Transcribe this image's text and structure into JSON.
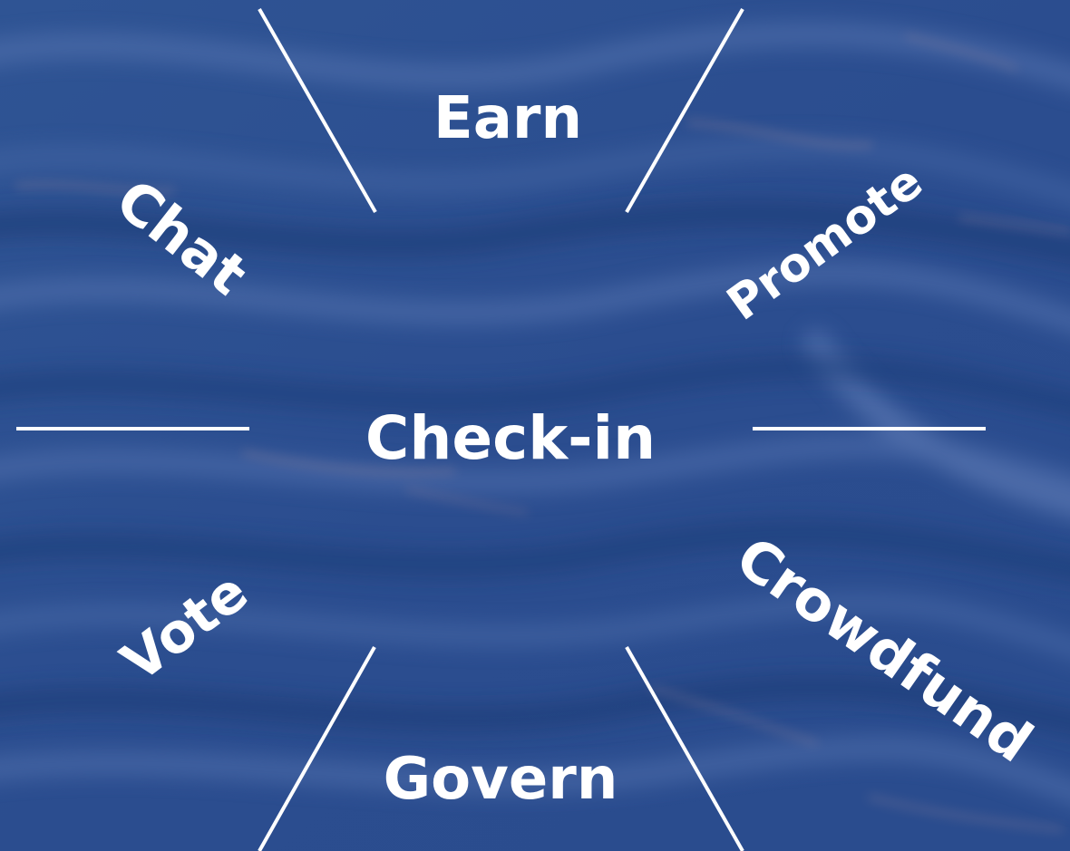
{
  "background": {
    "base_color": "#2c4f91",
    "highlight_color": "#6a86bf",
    "shadow_color": "#1c3a75",
    "accent_color": "#8a7f9a"
  },
  "labels": {
    "earn": "Earn",
    "chat": "Chat",
    "promote": "Promote",
    "check_in": "Check-in",
    "vote": "Vote",
    "crowdfund": "Crowdfund",
    "govern": "Govern"
  },
  "text_color": "#ffffff",
  "divider_color": "#ffffff"
}
